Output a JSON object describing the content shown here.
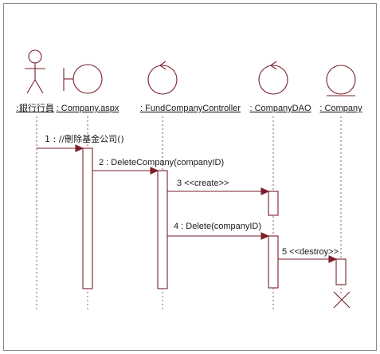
{
  "participants": [
    {
      "id": "actor",
      "kind": "actor",
      "label": ":銀行行員"
    },
    {
      "id": "boundary",
      "kind": "boundary",
      "label": ": Company.aspx"
    },
    {
      "id": "control",
      "kind": "control",
      "label": ": FundCompanyController"
    },
    {
      "id": "dao",
      "kind": "control",
      "label": ": CompanyDAO"
    },
    {
      "id": "entity",
      "kind": "entity",
      "label": ": Company"
    }
  ],
  "messages": [
    {
      "number": "1",
      "label": "1 : //刪除基金公司()",
      "from": "actor",
      "to": "boundary"
    },
    {
      "number": "2",
      "label": "2 : DeleteCompany(companyID)",
      "from": "boundary",
      "to": "control"
    },
    {
      "number": "3",
      "label": "3    <<create>>",
      "from": "control",
      "to": "dao"
    },
    {
      "number": "4",
      "label": "4 : Delete(companyID)",
      "from": "control",
      "to": "dao"
    },
    {
      "number": "5",
      "label": "5 <<destroy>>",
      "from": "dao",
      "to": "entity"
    }
  ],
  "colors": {
    "line": "#7a1f2b",
    "frame": "#8a8a8a",
    "text": "#1a1a1a"
  }
}
